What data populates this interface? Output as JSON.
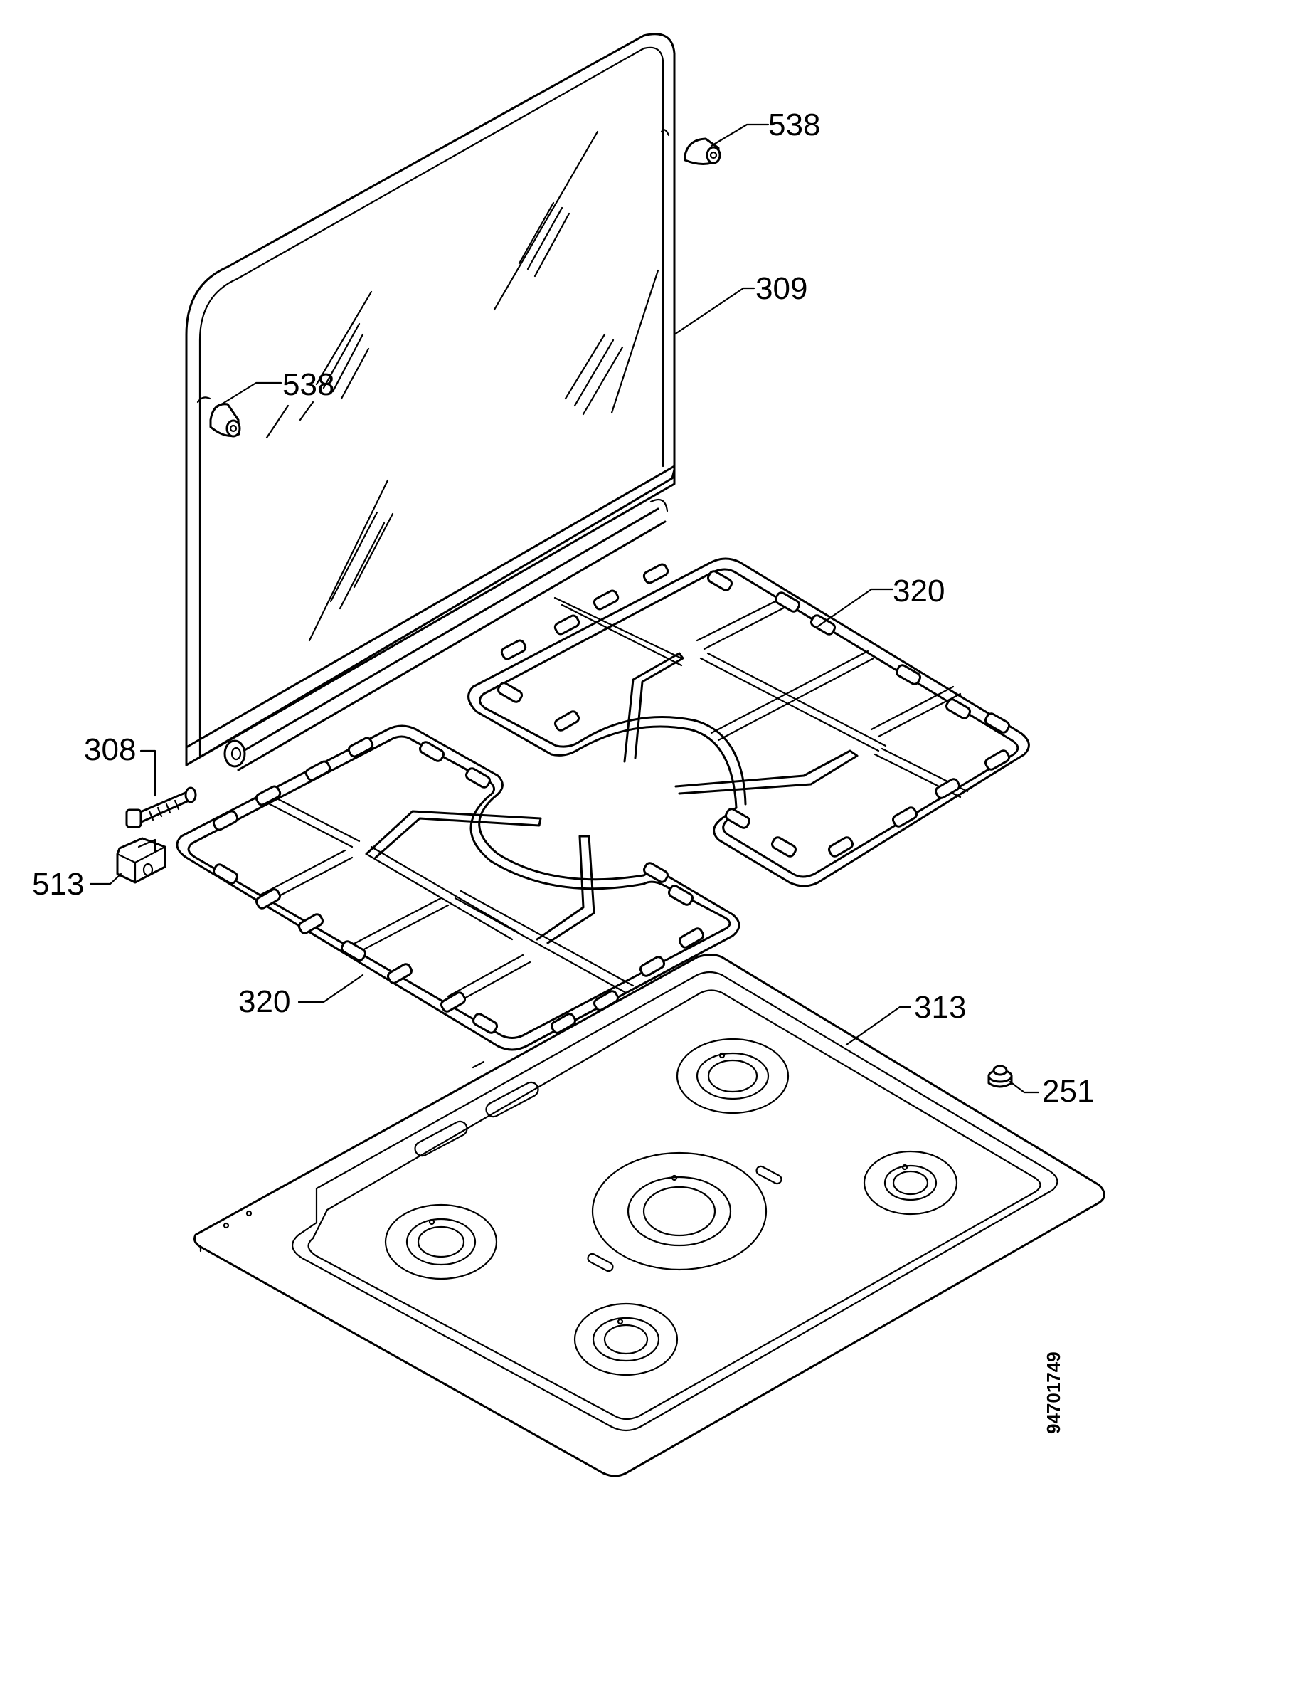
{
  "labels": {
    "p538_top": "538",
    "p309": "309",
    "p538_left": "538",
    "p320_right": "320",
    "p308": "308",
    "p513": "513",
    "p320_left": "320",
    "p313": "313",
    "p251": "251"
  },
  "drawing_code": "94701749"
}
